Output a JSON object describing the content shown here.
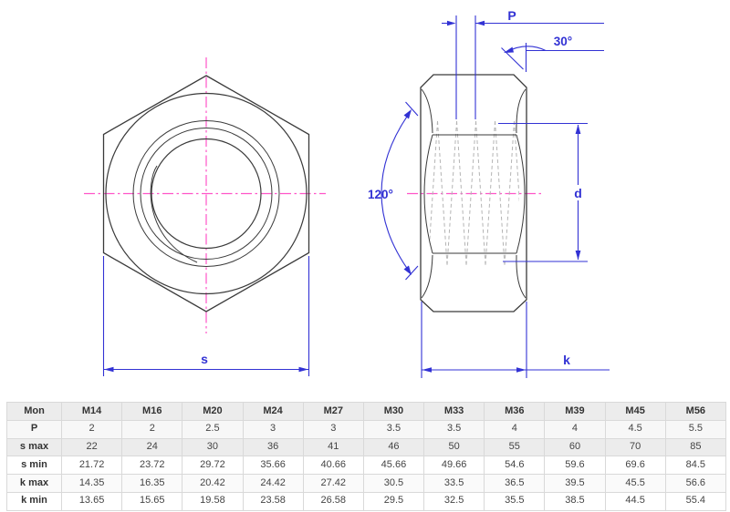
{
  "drawing": {
    "labels": {
      "width_across_flats": "s",
      "pitch": "P",
      "chamfer_angle": "30°",
      "cone_angle": "120°",
      "diameter": "d",
      "thickness": "k"
    },
    "colors": {
      "dimension_blue": "#3232d4",
      "centerline_magenta": "#ff54c8",
      "outline_dark": "#3a3a3a",
      "thread_gray": "#b4b4b4",
      "table_header_bg": "#ececec"
    }
  },
  "table": {
    "header": [
      "Mon",
      "M14",
      "M16",
      "M20",
      "M24",
      "M27",
      "M30",
      "M33",
      "M36",
      "M39",
      "M45",
      "M56"
    ],
    "rows": [
      {
        "label": "P",
        "values": [
          "2",
          "2",
          "2.5",
          "3",
          "3",
          "3.5",
          "3.5",
          "4",
          "4",
          "4.5",
          "5.5"
        ]
      },
      {
        "label": "s max",
        "values": [
          "22",
          "24",
          "30",
          "36",
          "41",
          "46",
          "50",
          "55",
          "60",
          "70",
          "85"
        ]
      },
      {
        "label": "s min",
        "values": [
          "21.72",
          "23.72",
          "29.72",
          "35.66",
          "40.66",
          "45.66",
          "49.66",
          "54.6",
          "59.6",
          "69.6",
          "84.5"
        ]
      },
      {
        "label": "k max",
        "values": [
          "14.35",
          "16.35",
          "20.42",
          "24.42",
          "27.42",
          "30.5",
          "33.5",
          "36.5",
          "39.5",
          "45.5",
          "56.6"
        ]
      },
      {
        "label": "k min",
        "values": [
          "13.65",
          "15.65",
          "19.58",
          "23.58",
          "26.58",
          "29.5",
          "32.5",
          "35.5",
          "38.5",
          "44.5",
          "55.4"
        ]
      }
    ]
  }
}
